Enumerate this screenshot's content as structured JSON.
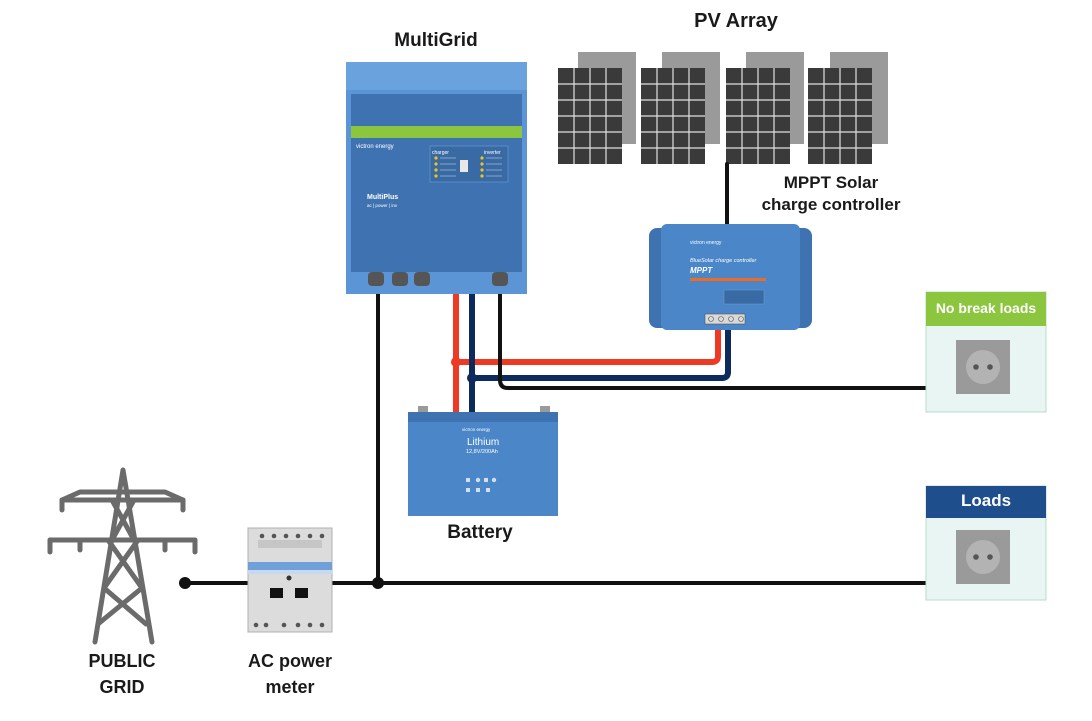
{
  "labels": {
    "multigrid": "MultiGrid",
    "pv_array": "PV Array",
    "mppt": [
      "MPPT Solar",
      "charge controller"
    ],
    "battery": "Battery",
    "public_grid": [
      "PUBLIC",
      "GRID"
    ],
    "ac_meter": [
      "AC power",
      "meter"
    ]
  },
  "load_boxes": {
    "no_break": "No break loads",
    "loads": "Loads"
  },
  "device_text": {
    "multigrid_brand": "victron energy",
    "multigrid_model": "MultiPlus",
    "multigrid_sub": "ac | power | inv",
    "multigrid_charger": "charger",
    "multigrid_inverter": "inverter",
    "mppt_brand": "victron energy",
    "mppt_title": "BlueSolar charge controller",
    "mppt_model": "MPPT",
    "battery_brand": "victron energy",
    "battery_type": "Lithium",
    "battery_spec": "12,8V/200Ah"
  },
  "colors": {
    "ac_wire": "#111111",
    "dc_positive": "#ee3a24",
    "dc_negative": "#0d2a5c",
    "device_blue": "#4a86c8",
    "device_blue_dark": "#3f72b0",
    "no_break_header": "#8cc63f",
    "loads_header": "#1f4e8c",
    "load_box_bg": "#e9f5f2",
    "pylon": "#666666",
    "panel": "#3a3a3a"
  },
  "icons": [
    "transmission-tower-icon",
    "power-meter-icon",
    "solar-panel-icon",
    "socket-icon"
  ]
}
